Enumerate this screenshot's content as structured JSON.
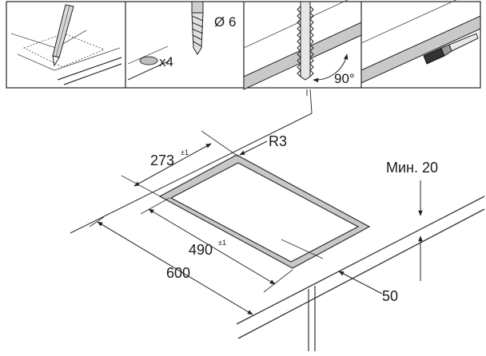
{
  "steps": [
    {
      "id": "mark",
      "icon": "pencil-icon"
    },
    {
      "id": "drill",
      "icon": "drill-bit-icon",
      "diameter_label": "Ø 6",
      "hole_count_label": "x4"
    },
    {
      "id": "saw",
      "icon": "jigsaw-blade-icon",
      "angle_label": "90°"
    },
    {
      "id": "seal",
      "icon": "brush-icon"
    }
  ],
  "diagram": {
    "radius_label": "R3",
    "depth_value": "273",
    "depth_tolerance": "±1",
    "width_value": "490",
    "width_tolerance": "±1",
    "worktop_depth_label": "600",
    "edge_distance_label": "50",
    "min_distance_label": "Мин. 20"
  }
}
